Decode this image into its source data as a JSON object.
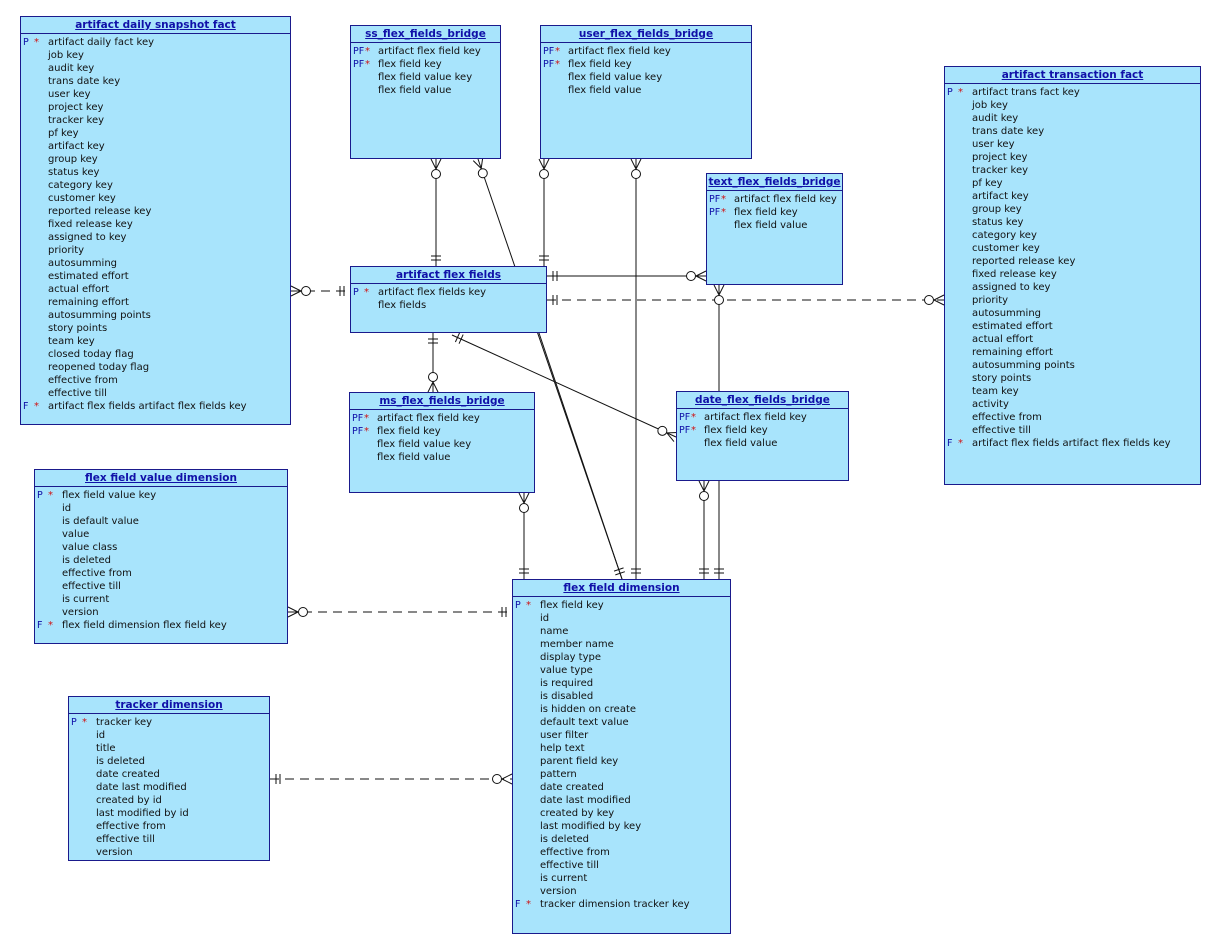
{
  "entities": [
    {
      "id": "artifact_daily_snapshot_fact",
      "title": "artifact daily snapshot fact",
      "fields": [
        {
          "key": "P",
          "mark": "*",
          "name": "artifact daily fact key"
        },
        {
          "key": "",
          "mark": "",
          "name": "job key"
        },
        {
          "key": "",
          "mark": "",
          "name": "audit key"
        },
        {
          "key": "",
          "mark": "",
          "name": "trans date key"
        },
        {
          "key": "",
          "mark": "",
          "name": "user key"
        },
        {
          "key": "",
          "mark": "",
          "name": "project key"
        },
        {
          "key": "",
          "mark": "",
          "name": "tracker key"
        },
        {
          "key": "",
          "mark": "",
          "name": "pf key"
        },
        {
          "key": "",
          "mark": "",
          "name": "artifact key"
        },
        {
          "key": "",
          "mark": "",
          "name": "group key"
        },
        {
          "key": "",
          "mark": "",
          "name": "status key"
        },
        {
          "key": "",
          "mark": "",
          "name": "category key"
        },
        {
          "key": "",
          "mark": "",
          "name": "customer key"
        },
        {
          "key": "",
          "mark": "",
          "name": "reported release key"
        },
        {
          "key": "",
          "mark": "",
          "name": "fixed release key"
        },
        {
          "key": "",
          "mark": "",
          "name": "assigned to key"
        },
        {
          "key": "",
          "mark": "",
          "name": "priority"
        },
        {
          "key": "",
          "mark": "",
          "name": "autosumming"
        },
        {
          "key": "",
          "mark": "",
          "name": "estimated effort"
        },
        {
          "key": "",
          "mark": "",
          "name": "actual effort"
        },
        {
          "key": "",
          "mark": "",
          "name": "remaining effort"
        },
        {
          "key": "",
          "mark": "",
          "name": "autosumming points"
        },
        {
          "key": "",
          "mark": "",
          "name": "story points"
        },
        {
          "key": "",
          "mark": "",
          "name": "team key"
        },
        {
          "key": "",
          "mark": "",
          "name": "closed today flag"
        },
        {
          "key": "",
          "mark": "",
          "name": "reopened today flag"
        },
        {
          "key": "",
          "mark": "",
          "name": "effective from"
        },
        {
          "key": "",
          "mark": "",
          "name": "effective till"
        },
        {
          "key": "F",
          "mark": "*",
          "name": "artifact flex fields artifact flex fields key"
        }
      ]
    },
    {
      "id": "ss_flex_fields_bridge",
      "title": "ss_flex_fields_bridge",
      "fields": [
        {
          "key": "PF",
          "mark": "*",
          "name": "artifact flex field key"
        },
        {
          "key": "PF",
          "mark": "*",
          "name": "flex field key"
        },
        {
          "key": "",
          "mark": "",
          "name": "flex field value key"
        },
        {
          "key": "",
          "mark": "",
          "name": "flex field value"
        }
      ]
    },
    {
      "id": "user_flex_fields_bridge",
      "title": "user_flex_fields_bridge",
      "fields": [
        {
          "key": "PF",
          "mark": "*",
          "name": "artifact flex field key"
        },
        {
          "key": "PF",
          "mark": "*",
          "name": "flex field key"
        },
        {
          "key": "",
          "mark": "",
          "name": "flex field value key"
        },
        {
          "key": "",
          "mark": "",
          "name": "flex field value"
        }
      ]
    },
    {
      "id": "artifact_transaction_fact",
      "title": "artifact transaction fact",
      "fields": [
        {
          "key": "P",
          "mark": "*",
          "name": "artifact trans fact key"
        },
        {
          "key": "",
          "mark": "",
          "name": "job key"
        },
        {
          "key": "",
          "mark": "",
          "name": "audit key"
        },
        {
          "key": "",
          "mark": "",
          "name": "trans date key"
        },
        {
          "key": "",
          "mark": "",
          "name": "user key"
        },
        {
          "key": "",
          "mark": "",
          "name": "project key"
        },
        {
          "key": "",
          "mark": "",
          "name": "tracker key"
        },
        {
          "key": "",
          "mark": "",
          "name": "pf key"
        },
        {
          "key": "",
          "mark": "",
          "name": "artifact key"
        },
        {
          "key": "",
          "mark": "",
          "name": "group key"
        },
        {
          "key": "",
          "mark": "",
          "name": "status key"
        },
        {
          "key": "",
          "mark": "",
          "name": "category key"
        },
        {
          "key": "",
          "mark": "",
          "name": "customer key"
        },
        {
          "key": "",
          "mark": "",
          "name": "reported release key"
        },
        {
          "key": "",
          "mark": "",
          "name": "fixed release key"
        },
        {
          "key": "",
          "mark": "",
          "name": "assigned to key"
        },
        {
          "key": "",
          "mark": "",
          "name": "priority"
        },
        {
          "key": "",
          "mark": "",
          "name": "autosumming"
        },
        {
          "key": "",
          "mark": "",
          "name": "estimated effort"
        },
        {
          "key": "",
          "mark": "",
          "name": "actual effort"
        },
        {
          "key": "",
          "mark": "",
          "name": "remaining effort"
        },
        {
          "key": "",
          "mark": "",
          "name": "autosumming points"
        },
        {
          "key": "",
          "mark": "",
          "name": "story points"
        },
        {
          "key": "",
          "mark": "",
          "name": "team key"
        },
        {
          "key": "",
          "mark": "",
          "name": "activity"
        },
        {
          "key": "",
          "mark": "",
          "name": "effective from"
        },
        {
          "key": "",
          "mark": "",
          "name": "effective till"
        },
        {
          "key": "F",
          "mark": "*",
          "name": "artifact flex fields artifact flex fields key"
        }
      ]
    },
    {
      "id": "text_flex_fields_bridge",
      "title": "text_flex_fields_bridge",
      "fields": [
        {
          "key": "PF",
          "mark": "*",
          "name": "artifact flex field key"
        },
        {
          "key": "PF",
          "mark": "*",
          "name": "flex field key"
        },
        {
          "key": "",
          "mark": "",
          "name": "flex field value"
        }
      ]
    },
    {
      "id": "artifact_flex_fields",
      "title": "artifact flex fields",
      "fields": [
        {
          "key": "P",
          "mark": "*",
          "name": "artifact flex fields key"
        },
        {
          "key": "",
          "mark": "",
          "name": "flex fields"
        }
      ]
    },
    {
      "id": "ms_flex_fields_bridge",
      "title": "ms_flex_fields_bridge",
      "fields": [
        {
          "key": "PF",
          "mark": "*",
          "name": "artifact flex field key"
        },
        {
          "key": "PF",
          "mark": "*",
          "name": "flex field key"
        },
        {
          "key": "",
          "mark": "",
          "name": "flex field value key"
        },
        {
          "key": "",
          "mark": "",
          "name": "flex field value"
        }
      ]
    },
    {
      "id": "date_flex_fields_bridge",
      "title": "date_flex_fields_bridge",
      "fields": [
        {
          "key": "PF",
          "mark": "*",
          "name": "artifact flex field key"
        },
        {
          "key": "PF",
          "mark": "*",
          "name": "flex field key"
        },
        {
          "key": "",
          "mark": "",
          "name": "flex field value"
        }
      ]
    },
    {
      "id": "flex_field_value_dimension",
      "title": "flex field value dimension",
      "fields": [
        {
          "key": "P",
          "mark": "*",
          "name": "flex field value key"
        },
        {
          "key": "",
          "mark": "",
          "name": "id"
        },
        {
          "key": "",
          "mark": "",
          "name": "is default value"
        },
        {
          "key": "",
          "mark": "",
          "name": "value"
        },
        {
          "key": "",
          "mark": "",
          "name": "value class"
        },
        {
          "key": "",
          "mark": "",
          "name": "is deleted"
        },
        {
          "key": "",
          "mark": "",
          "name": "effective from"
        },
        {
          "key": "",
          "mark": "",
          "name": "effective till"
        },
        {
          "key": "",
          "mark": "",
          "name": "is current"
        },
        {
          "key": "",
          "mark": "",
          "name": "version"
        },
        {
          "key": "F",
          "mark": "*",
          "name": "flex field dimension flex field key"
        }
      ]
    },
    {
      "id": "flex_field_dimension",
      "title": "flex field dimension",
      "fields": [
        {
          "key": "P",
          "mark": "*",
          "name": "flex field key"
        },
        {
          "key": "",
          "mark": "",
          "name": "id"
        },
        {
          "key": "",
          "mark": "",
          "name": "name"
        },
        {
          "key": "",
          "mark": "",
          "name": "member name"
        },
        {
          "key": "",
          "mark": "",
          "name": "display type"
        },
        {
          "key": "",
          "mark": "",
          "name": "value type"
        },
        {
          "key": "",
          "mark": "",
          "name": "is required"
        },
        {
          "key": "",
          "mark": "",
          "name": "is disabled"
        },
        {
          "key": "",
          "mark": "",
          "name": "is hidden on create"
        },
        {
          "key": "",
          "mark": "",
          "name": "default text value"
        },
        {
          "key": "",
          "mark": "",
          "name": "user filter"
        },
        {
          "key": "",
          "mark": "",
          "name": "help text"
        },
        {
          "key": "",
          "mark": "",
          "name": "parent field key"
        },
        {
          "key": "",
          "mark": "",
          "name": "pattern"
        },
        {
          "key": "",
          "mark": "",
          "name": "date created"
        },
        {
          "key": "",
          "mark": "",
          "name": "date last modified"
        },
        {
          "key": "",
          "mark": "",
          "name": "created by key"
        },
        {
          "key": "",
          "mark": "",
          "name": "last modified by key"
        },
        {
          "key": "",
          "mark": "",
          "name": "is deleted"
        },
        {
          "key": "",
          "mark": "",
          "name": "effective from"
        },
        {
          "key": "",
          "mark": "",
          "name": "effective till"
        },
        {
          "key": "",
          "mark": "",
          "name": "is current"
        },
        {
          "key": "",
          "mark": "",
          "name": "version"
        },
        {
          "key": "F",
          "mark": "*",
          "name": "tracker dimension tracker key"
        }
      ]
    },
    {
      "id": "tracker_dimension",
      "title": "tracker dimension",
      "fields": [
        {
          "key": "P",
          "mark": "*",
          "name": "tracker key"
        },
        {
          "key": "",
          "mark": "",
          "name": "id"
        },
        {
          "key": "",
          "mark": "",
          "name": "title"
        },
        {
          "key": "",
          "mark": "",
          "name": "is deleted"
        },
        {
          "key": "",
          "mark": "",
          "name": "date created"
        },
        {
          "key": "",
          "mark": "",
          "name": "date last modified"
        },
        {
          "key": "",
          "mark": "",
          "name": "created by id"
        },
        {
          "key": "",
          "mark": "",
          "name": "last modified by id"
        },
        {
          "key": "",
          "mark": "",
          "name": "effective from"
        },
        {
          "key": "",
          "mark": "",
          "name": "effective till"
        },
        {
          "key": "",
          "mark": "",
          "name": "version"
        }
      ]
    }
  ],
  "relationships": [
    {
      "from": "artifact_daily_snapshot_fact",
      "to": "artifact_flex_fields",
      "style": "dashed",
      "from_end": "zero-or-many",
      "to_end": "exactly-one"
    },
    {
      "from": "artifact_transaction_fact",
      "to": "artifact_flex_fields",
      "style": "dashed",
      "from_end": "zero-or-many",
      "to_end": "exactly-one"
    },
    {
      "from": "ss_flex_fields_bridge",
      "to": "artifact_flex_fields",
      "style": "solid",
      "from_end": "zero-or-many",
      "to_end": "exactly-one"
    },
    {
      "from": "user_flex_fields_bridge",
      "to": "artifact_flex_fields",
      "style": "solid",
      "from_end": "zero-or-many",
      "to_end": "exactly-one"
    },
    {
      "from": "text_flex_fields_bridge",
      "to": "artifact_flex_fields",
      "style": "solid",
      "from_end": "zero-or-many",
      "to_end": "exactly-one"
    },
    {
      "from": "ms_flex_fields_bridge",
      "to": "artifact_flex_fields",
      "style": "solid",
      "from_end": "zero-or-many",
      "to_end": "exactly-one"
    },
    {
      "from": "date_flex_fields_bridge",
      "to": "artifact_flex_fields",
      "style": "solid",
      "from_end": "zero-or-many",
      "to_end": "exactly-one"
    },
    {
      "from": "ss_flex_fields_bridge",
      "to": "flex_field_dimension",
      "style": "solid",
      "from_end": "zero-or-many",
      "to_end": "exactly-one"
    },
    {
      "from": "user_flex_fields_bridge",
      "to": "flex_field_dimension",
      "style": "solid",
      "from_end": "zero-or-many",
      "to_end": "exactly-one"
    },
    {
      "from": "text_flex_fields_bridge",
      "to": "flex_field_dimension",
      "style": "solid",
      "from_end": "zero-or-many",
      "to_end": "exactly-one"
    },
    {
      "from": "ms_flex_fields_bridge",
      "to": "flex_field_dimension",
      "style": "solid",
      "from_end": "zero-or-many",
      "to_end": "exactly-one"
    },
    {
      "from": "date_flex_fields_bridge",
      "to": "flex_field_dimension",
      "style": "solid",
      "from_end": "zero-or-many",
      "to_end": "exactly-one"
    },
    {
      "from": "flex_field_value_dimension",
      "to": "flex_field_dimension",
      "style": "dashed",
      "from_end": "zero-or-many",
      "to_end": "exactly-one"
    },
    {
      "from": "flex_field_dimension",
      "to": "tracker_dimension",
      "style": "dashed",
      "from_end": "zero-or-many",
      "to_end": "exactly-one"
    }
  ],
  "colors": {
    "entity_fill": "#a8e4fc",
    "entity_border": "#1a1a8c",
    "title": "#1010a8",
    "key_marker": "#1010a8",
    "mandatory_marker": "#d01010",
    "line": "#111111"
  }
}
